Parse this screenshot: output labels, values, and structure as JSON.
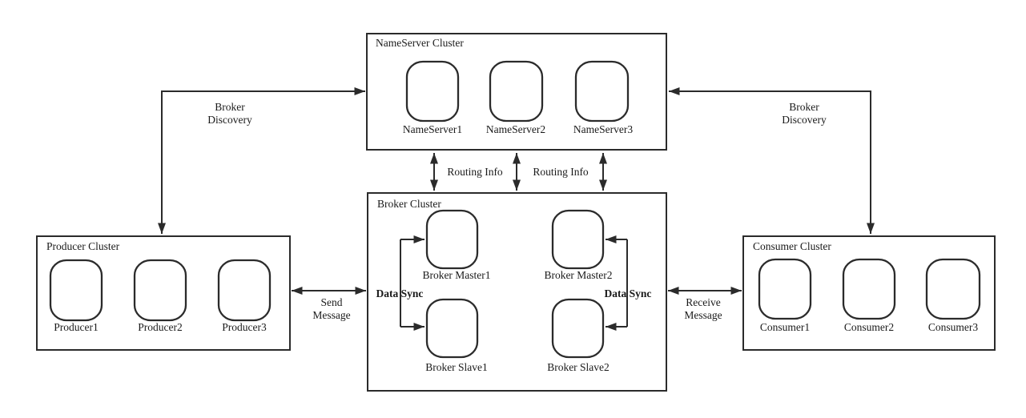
{
  "diagram_type": "architecture-diagram",
  "colors": {
    "ink": "#2b2b2b",
    "text": "#1a1a1a",
    "background": "#ffffff",
    "node_fill": "#ffffff"
  },
  "clusters": {
    "nameserver": {
      "title": "NameServer Cluster",
      "nodes": [
        {
          "label": "NameServer1"
        },
        {
          "label": "NameServer2"
        },
        {
          "label": "NameServer3"
        }
      ]
    },
    "broker": {
      "title": "Broker Cluster",
      "nodes": [
        {
          "label": "Broker Master1"
        },
        {
          "label": "Broker Master2"
        },
        {
          "label": "Broker Slave1"
        },
        {
          "label": "Broker Slave2"
        }
      ]
    },
    "producer": {
      "title": "Producer Cluster",
      "nodes": [
        {
          "label": "Producer1"
        },
        {
          "label": "Producer2"
        },
        {
          "label": "Producer3"
        }
      ]
    },
    "consumer": {
      "title": "Consumer Cluster",
      "nodes": [
        {
          "label": "Consumer1"
        },
        {
          "label": "Consumer2"
        },
        {
          "label": "Consumer3"
        }
      ]
    }
  },
  "connections": {
    "broker_discovery_left": {
      "line1": "Broker",
      "line2": "Discovery"
    },
    "broker_discovery_right": {
      "line1": "Broker",
      "line2": "Discovery"
    },
    "routing_info_1": {
      "label": "Routing Info"
    },
    "routing_info_2": {
      "label": "Routing Info"
    },
    "send_message": {
      "line1": "Send",
      "line2": "Message"
    },
    "receive_message": {
      "line1": "Receive",
      "line2": "Message"
    },
    "data_sync_left": {
      "label": "Data Sync"
    },
    "data_sync_right": {
      "label": "Data Sync"
    }
  }
}
